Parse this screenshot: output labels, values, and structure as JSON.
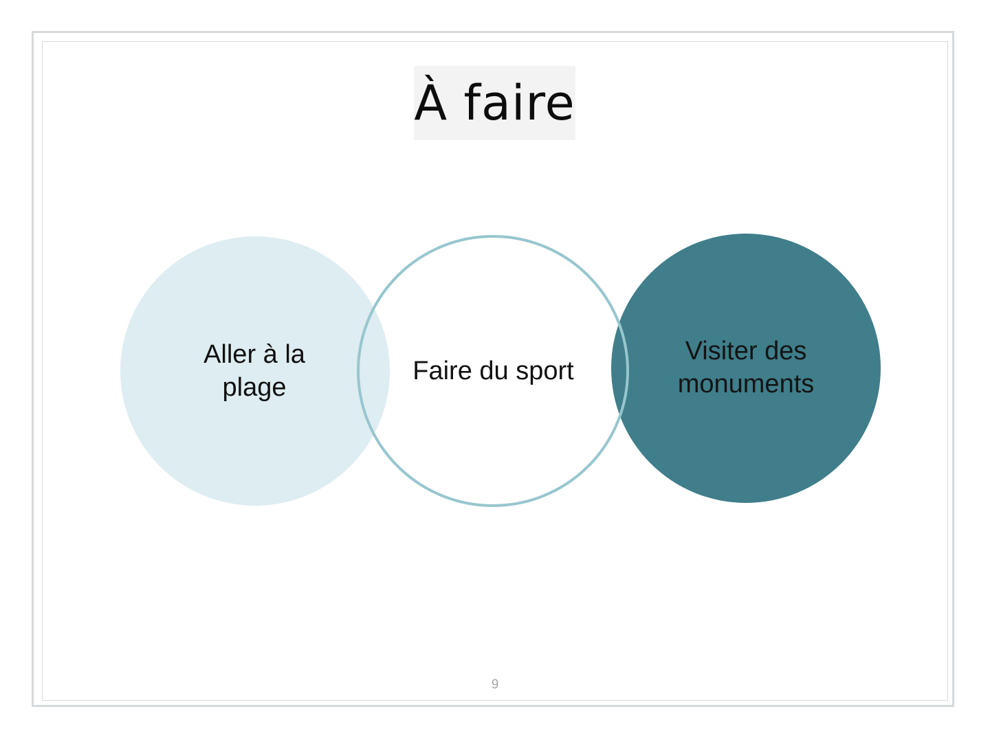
{
  "slide": {
    "title": "À faire",
    "page_number": "9"
  },
  "diagram": {
    "circles": [
      {
        "label": "Aller à la plage",
        "fill": "#deedf1"
      },
      {
        "label": "Faire du sport",
        "fill": "#ffffff",
        "stroke": "#97c6cf"
      },
      {
        "label": "Visiter des monuments",
        "fill": "#3f7e8a"
      }
    ]
  }
}
